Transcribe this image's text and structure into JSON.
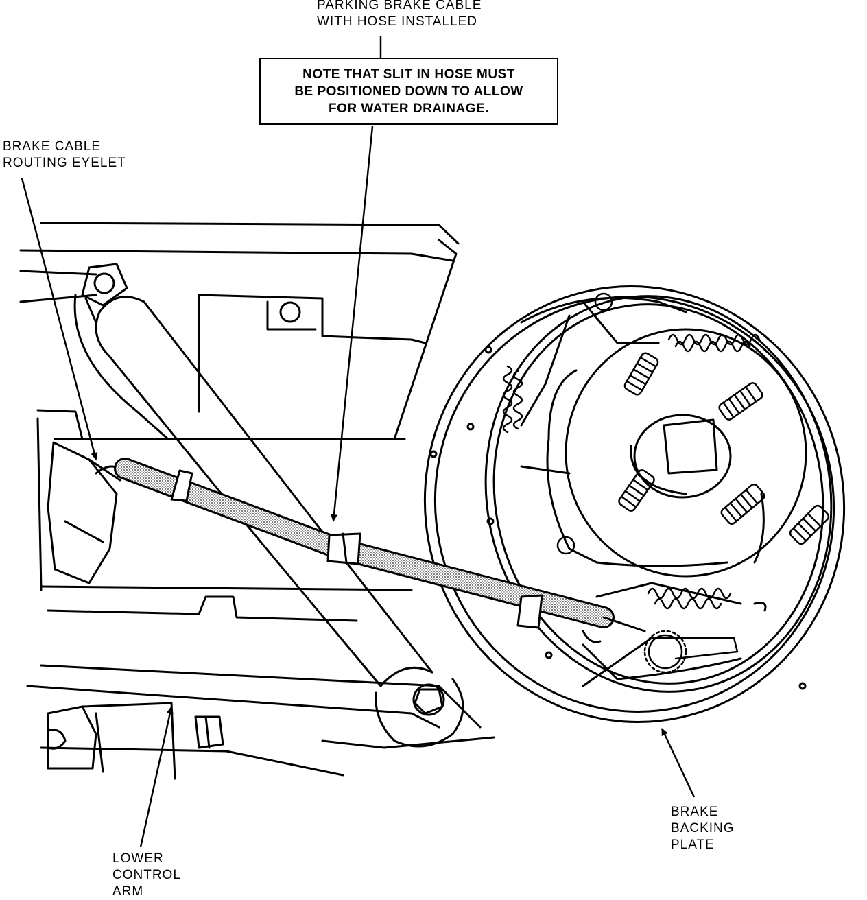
{
  "labels": {
    "parking_cable": [
      "PARKING BRAKE CABLE",
      "WITH HOSE INSTALLED"
    ],
    "note": [
      "NOTE THAT SLIT IN HOSE MUST",
      "BE POSITIONED DOWN TO ALLOW",
      "FOR WATER DRAINAGE."
    ],
    "eyelet": [
      "BRAKE CABLE",
      "ROUTING EYELET"
    ],
    "lower_arm": [
      "LOWER",
      "CONTROL",
      "ARM"
    ],
    "backing_plate": [
      "BRAKE",
      "BACKING",
      "PLATE"
    ]
  },
  "colors": {
    "ink": "#000000",
    "paper": "#ffffff",
    "stipple": "#555555"
  }
}
